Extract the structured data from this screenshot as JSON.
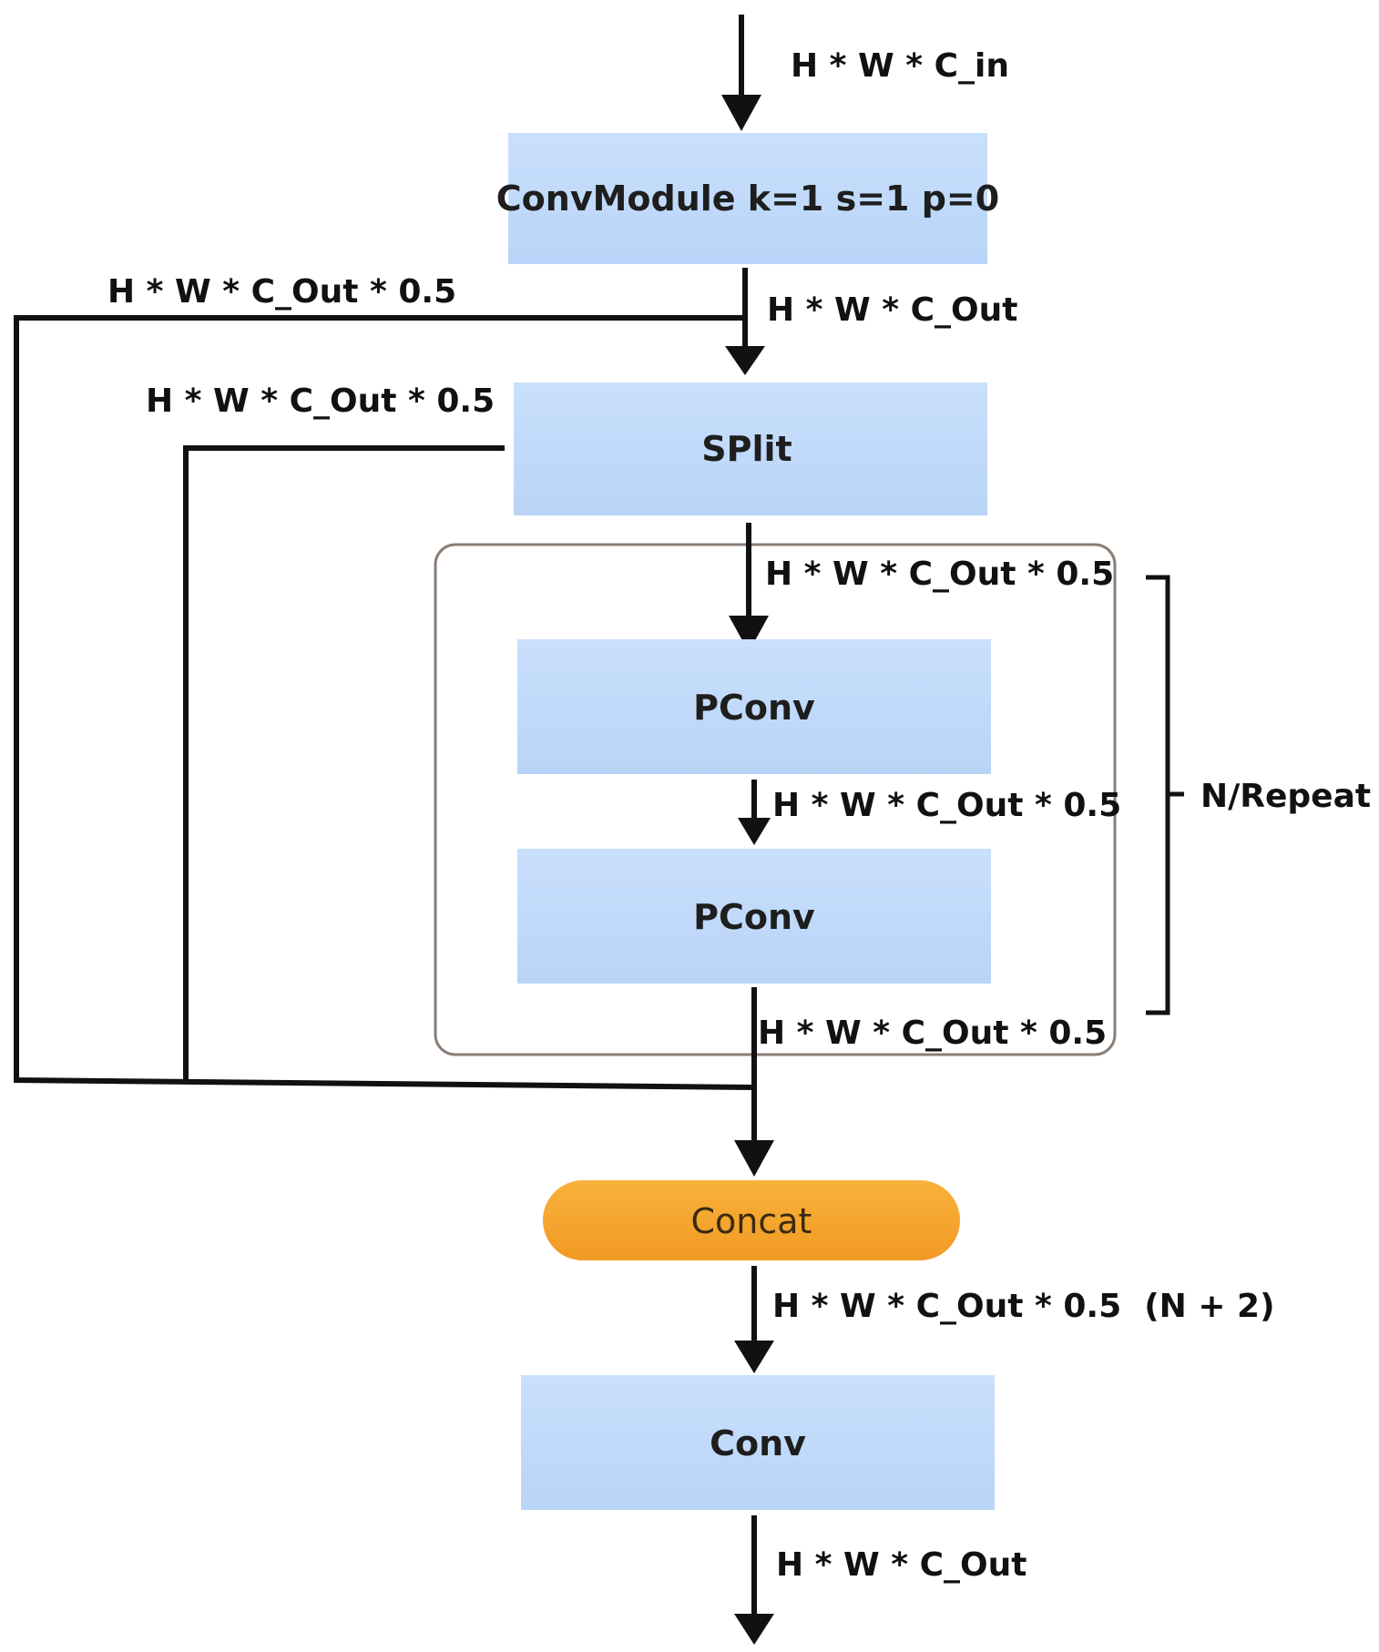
{
  "diagram": {
    "colors": {
      "box_fill": "#c4dcfb",
      "concat_fill": "#f6a531",
      "line": "#111111",
      "group_border": "#8a7d74"
    },
    "boxes": {
      "convmodule": "ConvModule k=1 s=1 p=0",
      "split": "SPlit",
      "pconv1": "PConv",
      "pconv2": "PConv",
      "concat": "Concat",
      "conv": "Conv"
    },
    "labels": {
      "input": "H * W * C_in",
      "after_convmodule": "H * W * C_Out",
      "bypass_outer": "H * W * C_Out * 0.5",
      "bypass_inner": "H * W * C_Out * 0.5",
      "into_pconv1": "H * W * C_Out * 0.5",
      "between_pconv": "H * W * C_Out * 0.5",
      "after_pconv2": "H * W * C_Out * 0.5",
      "after_concat": "H * W * C_Out * 0.5  (N + 2)",
      "output": "H * W * C_Out"
    },
    "repeat_label": "N/Repeat"
  }
}
